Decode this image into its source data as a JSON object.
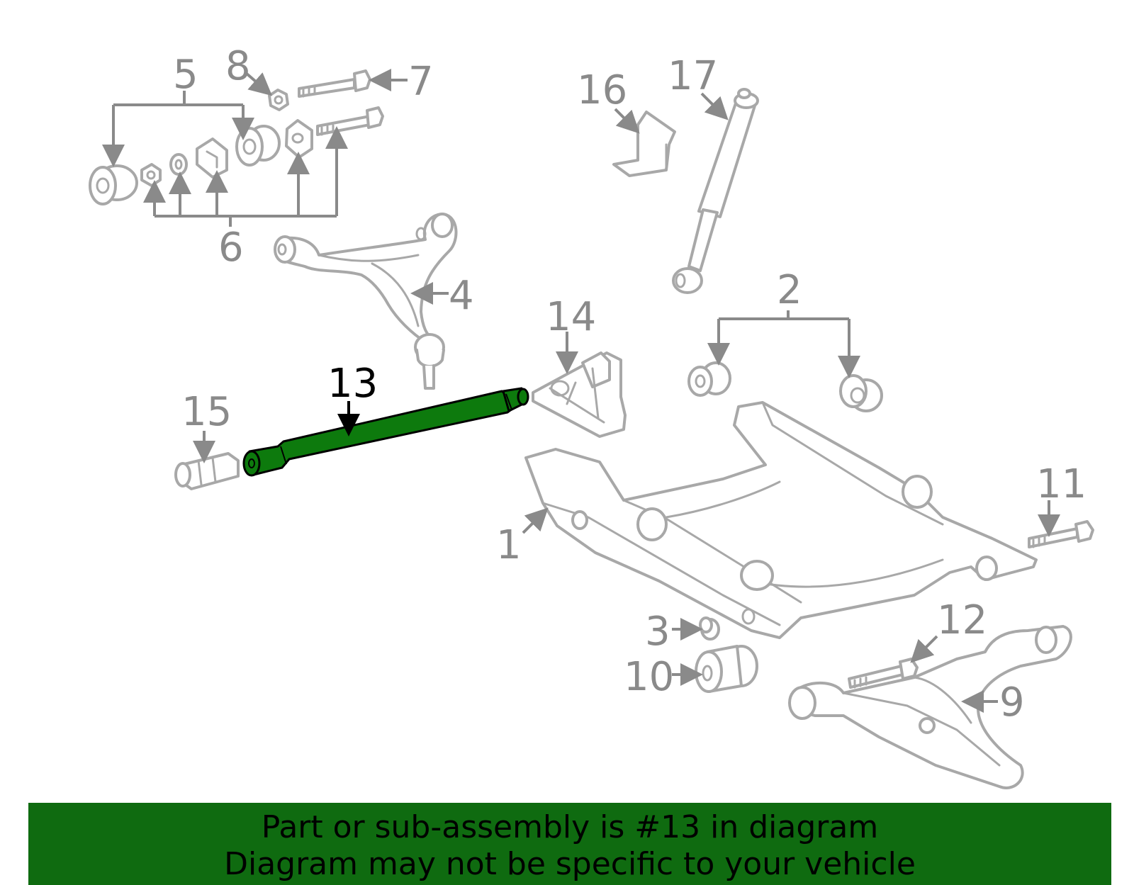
{
  "callouts": {
    "c1": "1",
    "c2": "2",
    "c3": "3",
    "c4": "4",
    "c5": "5",
    "c6": "6",
    "c7": "7",
    "c8": "8",
    "c9": "9",
    "c10": "10",
    "c11": "11",
    "c12": "12",
    "c13": "13",
    "c14": "14",
    "c15": "15",
    "c16": "16",
    "c17": "17"
  },
  "highlight": {
    "part": "13",
    "color": "#0d7a0d"
  },
  "banner": {
    "line1": "Part or sub-assembly is #13 in diagram",
    "line2": "Diagram may not be specific to your vehicle",
    "background": "#0f6b10"
  }
}
